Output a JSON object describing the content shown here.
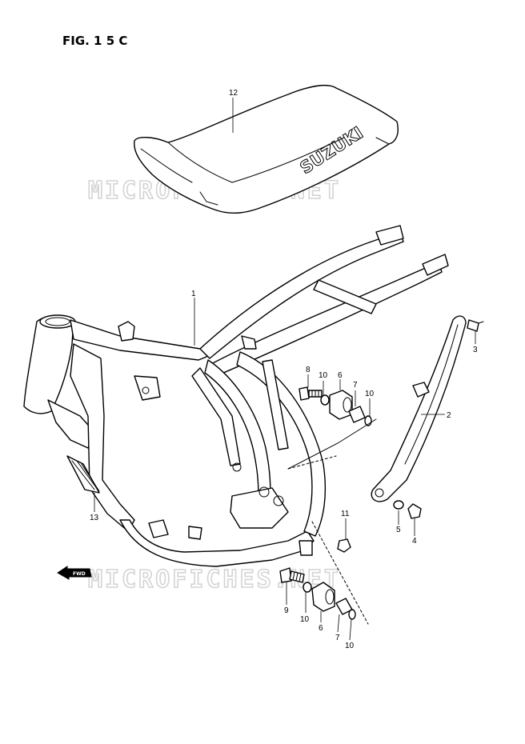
{
  "figure": {
    "title": "FIG. 1 5 C",
    "watermark": "MICROFICHES.NET"
  },
  "seat": {
    "logo_text": "SUZUKI"
  },
  "fwd_badge": {
    "text": "FWD"
  },
  "callouts": [
    {
      "id": "c1",
      "label": "1"
    },
    {
      "id": "c2",
      "label": "2"
    },
    {
      "id": "c3",
      "label": "3"
    },
    {
      "id": "c4",
      "label": "4"
    },
    {
      "id": "c5",
      "label": "5"
    },
    {
      "id": "c6a",
      "label": "6"
    },
    {
      "id": "c6b",
      "label": "6"
    },
    {
      "id": "c7a",
      "label": "7"
    },
    {
      "id": "c7b",
      "label": "7"
    },
    {
      "id": "c8",
      "label": "8"
    },
    {
      "id": "c9",
      "label": "9"
    },
    {
      "id": "c10a",
      "label": "10"
    },
    {
      "id": "c10b",
      "label": "10"
    },
    {
      "id": "c10c",
      "label": "10"
    },
    {
      "id": "c10d",
      "label": "10"
    },
    {
      "id": "c11",
      "label": "11"
    },
    {
      "id": "c12",
      "label": "12"
    },
    {
      "id": "c13",
      "label": "13"
    }
  ]
}
